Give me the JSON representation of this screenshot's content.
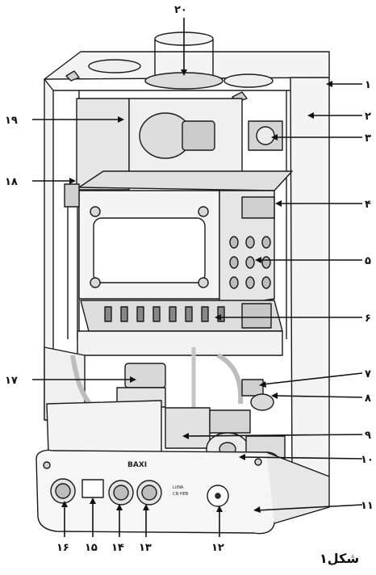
{
  "figure": {
    "caption": "شکل۱",
    "brand": "BAXI",
    "panel_text": "LUNA",
    "panel_subtext": "CN HEB"
  },
  "callouts": [
    {
      "label": "۱"
    },
    {
      "label": "۲"
    },
    {
      "label": "۳"
    },
    {
      "label": "۴"
    },
    {
      "label": "۵"
    },
    {
      "label": "۶"
    },
    {
      "label": "۷"
    },
    {
      "label": "۸"
    },
    {
      "label": "۹"
    },
    {
      "label": "۱۰"
    },
    {
      "label": "۱۱"
    },
    {
      "label": "۱۲"
    },
    {
      "label": "۱۳"
    },
    {
      "label": "۱۴"
    },
    {
      "label": "۱۵"
    },
    {
      "label": "۱۶"
    },
    {
      "label": "۱۷"
    },
    {
      "label": "۱۸"
    },
    {
      "label": "۱۹"
    },
    {
      "label": "۲۰"
    }
  ],
  "colors": {
    "line": "#1a1a1a",
    "fill_light": "#f4f4f4",
    "fill_mid": "#dcdcdc",
    "fill_dark": "#9a9a9a"
  }
}
